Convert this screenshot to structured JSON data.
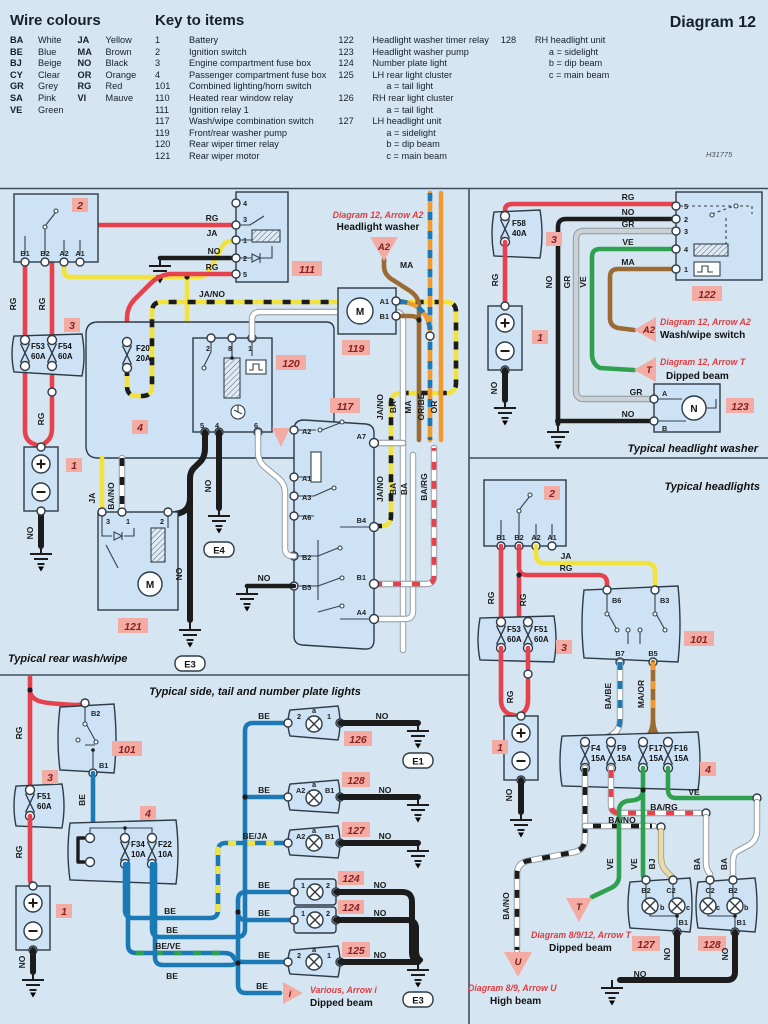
{
  "doc": {
    "title": "Diagram 12",
    "signature": "H31775"
  },
  "wire_colours": {
    "title": "Wire colours",
    "col1": [
      [
        "BA",
        "White"
      ],
      [
        "BE",
        "Blue"
      ],
      [
        "BJ",
        "Beige"
      ],
      [
        "CY",
        "Clear"
      ],
      [
        "GR",
        "Grey"
      ],
      [
        "SA",
        "Pink"
      ],
      [
        "VE",
        "Green"
      ]
    ],
    "col2": [
      [
        "JA",
        "Yellow"
      ],
      [
        "MA",
        "Brown"
      ],
      [
        "NO",
        "Black"
      ],
      [
        "OR",
        "Orange"
      ],
      [
        "RG",
        "Red"
      ],
      [
        "VI",
        "Mauve"
      ]
    ]
  },
  "key": {
    "title": "Key to items",
    "col1": [
      [
        "1",
        "Battery"
      ],
      [
        "2",
        "Ignition switch"
      ],
      [
        "3",
        "Engine compartment fuse box"
      ],
      [
        "4",
        "Passenger compartment fuse box"
      ],
      [
        "101",
        "Combined lighting/horn switch"
      ],
      [
        "110",
        "Heated rear window relay"
      ],
      [
        "111",
        "Ignition relay 1"
      ],
      [
        "117",
        "Wash/wipe combination switch"
      ],
      [
        "119",
        "Front/rear washer pump"
      ],
      [
        "120",
        "Rear wiper timer relay"
      ],
      [
        "121",
        "Rear wiper motor"
      ]
    ],
    "col2": [
      [
        "122",
        "Headlight washer timer relay"
      ],
      [
        "123",
        "Headlight washer pump"
      ],
      [
        "124",
        "Number plate light"
      ],
      [
        "125",
        "LH rear light cluster"
      ],
      [
        "",
        "a = tail light"
      ],
      [
        "126",
        "RH rear light cluster"
      ],
      [
        "",
        "a = tail light"
      ],
      [
        "127",
        "LH headlight unit"
      ],
      [
        "",
        "a = sidelight"
      ],
      [
        "",
        "b = dip beam"
      ],
      [
        "",
        "c = main beam"
      ]
    ],
    "col3": [
      [
        "128",
        "RH headlight unit"
      ],
      [
        "",
        "a = sidelight"
      ],
      [
        "",
        "b = dip beam"
      ],
      [
        "",
        "c = main beam"
      ]
    ]
  },
  "captions": {
    "p1": "Typical rear wash/wipe",
    "p2": "Typical headlight washer",
    "p3": "Typical side, tail and number plate lights",
    "p4": "Typical headlights"
  },
  "ann": {
    "a2": "A2",
    "t": "T",
    "u": "U",
    "i": "i",
    "d12_a2": "Diagram 12, Arrow A2",
    "headlight_washer": "Headlight washer",
    "washwipe_switch": "Wash/wipe switch",
    "d12_t": "Diagram 12, Arrow T",
    "dipped_beam": "Dipped beam",
    "d8912_t": "Diagram 8/9/12, Arrow T",
    "d89_u": "Diagram 8/9, Arrow U",
    "high_beam": "High beam",
    "various_i": "Various, Arrow i"
  },
  "w": {
    "RG": "RG",
    "JA": "JA",
    "NO": "NO",
    "BA": "BA",
    "MA": "MA",
    "OR": "OR",
    "VE": "VE",
    "BE": "BE",
    "GR": "GR",
    "BJ": "BJ",
    "JANO": "JA/NO",
    "BANO": "BA/NO",
    "BARG": "BA/RG",
    "BABE": "BA/BE",
    "MAOR": "MA/OR",
    "ORBE": "OR/BE",
    "BEVE": "BE/VE",
    "BEJA": "BE/JA"
  },
  "t": {
    "B1": "B1",
    "B2": "B2",
    "B3": "B3",
    "B4": "B4",
    "B5": "B5",
    "B6": "B6",
    "B7": "B7",
    "A1": "A1",
    "A2": "A2",
    "A3": "A3",
    "A4": "A4",
    "A6": "A6",
    "A7": "A7",
    "C2": "C2",
    "A": "A",
    "B": "B",
    "M": "M",
    "N": "N",
    "a": "a",
    "b": "b",
    "c": "c",
    "n1": "1",
    "n2": "2",
    "n3": "3",
    "n4": "4",
    "n5": "5",
    "n6": "6",
    "n8": "8"
  },
  "badge": {
    "1": "1",
    "2": "2",
    "3": "3",
    "4": "4",
    "101": "101",
    "111": "111",
    "117": "117",
    "119": "119",
    "120": "120",
    "121": "121",
    "122": "122",
    "123": "123",
    "124": "124",
    "125": "125",
    "126": "126",
    "127": "127",
    "128": "128"
  },
  "fuse": {
    "F53": "F53",
    "F54": "F54",
    "F51": "F51",
    "F58": "F58",
    "F20": "F20",
    "F34": "F34",
    "F22": "F22",
    "F4": "F4",
    "F9": "F9",
    "F17": "F17",
    "F16": "F16",
    "a60": "60A",
    "a40": "40A",
    "a20": "20A",
    "a15": "15A",
    "a10": "10A"
  },
  "gnd": {
    "E1": "E1",
    "E3": "E3",
    "E4": "E4"
  }
}
